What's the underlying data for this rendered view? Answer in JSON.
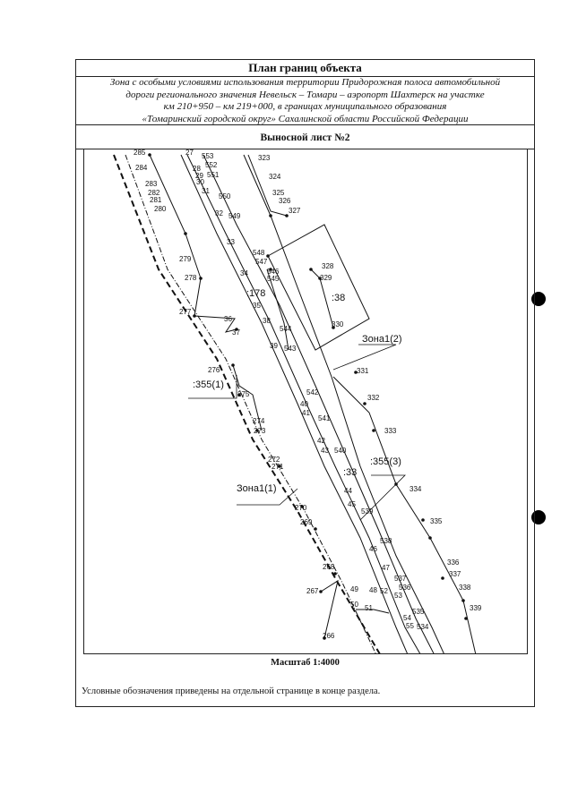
{
  "header": {
    "title": "План границ объекта",
    "subtitle_lines": [
      "Зона с особыми условиями использования территории Придорожная полоса автомобильной",
      "дороги регионального значения Невельск – Томари – аэропорт Шахтерск на участке",
      "км 210+950 – км 219+000, в границах муниципального образования",
      "«Томаринский городской округ» Сахалинской области Российской Федерации"
    ],
    "sheet": "Выносной лист №2"
  },
  "scale": "Масштаб 1:4000",
  "legend_note": "Условные обозначения приведены на отдельной странице в конце раздела.",
  "map": {
    "zone_labels": [
      ":178",
      ":38",
      ":33",
      ":355(1)",
      ":355(3)",
      "Зона1(1)",
      "Зона1(2)"
    ],
    "point_labels": [
      "285",
      "284",
      "283",
      "282",
      "281",
      "280",
      "279",
      "278",
      "277",
      "276",
      "275",
      "274",
      "273",
      "272",
      "271",
      "270",
      "269",
      "268",
      "267",
      "266",
      "27",
      "28",
      "29",
      "30",
      "31",
      "32",
      "33",
      "34",
      "35",
      "36",
      "37",
      "38",
      "39",
      "40",
      "41",
      "42",
      "43",
      "44",
      "45",
      "46",
      "47",
      "48",
      "49",
      "50",
      "51",
      "52",
      "53",
      "54",
      "55",
      "553",
      "552",
      "551",
      "550",
      "549",
      "548",
      "547",
      "546",
      "545",
      "544",
      "543",
      "542",
      "541",
      "540",
      "539",
      "538",
      "537",
      "536",
      "535",
      "534",
      "323",
      "324",
      "325",
      "326",
      "327",
      "328",
      "329",
      "330",
      "331",
      "332",
      "333",
      "334",
      "335",
      "336",
      "337",
      "338",
      "339"
    ]
  }
}
